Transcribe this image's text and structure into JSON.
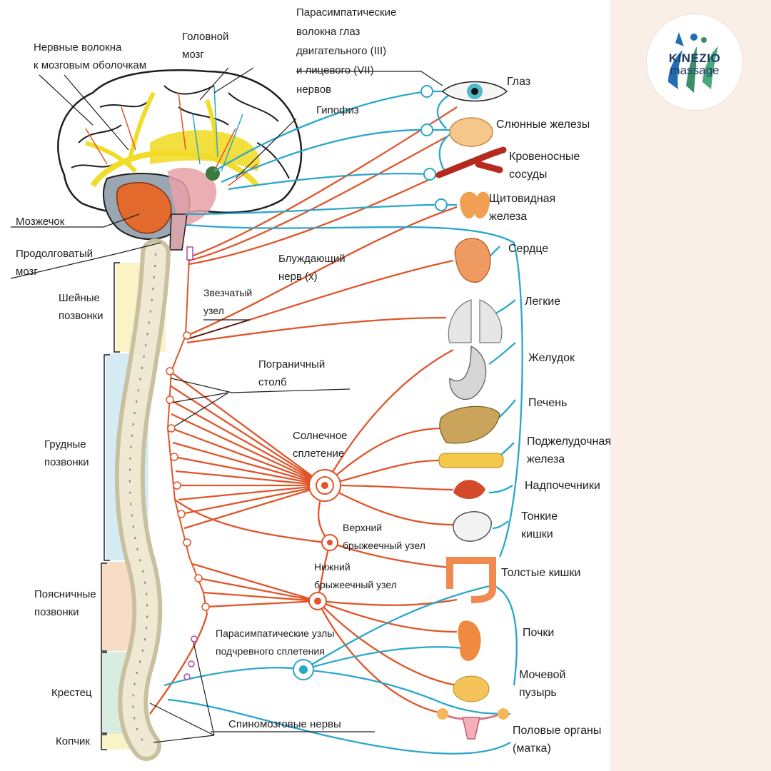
{
  "left_labels": {
    "nerve_fibers": [
      "Нервные волокна",
      "к мозговым оболочкам"
    ],
    "brain": [
      "Головной",
      "мозг"
    ],
    "cerebellum": "Мозжечок",
    "medulla": [
      "Продолговатый",
      "мозг"
    ],
    "cervical": [
      "Шейные",
      "позвонки"
    ],
    "thoracic": [
      "Грудные",
      "позвонки"
    ],
    "lumbar": [
      "Поясничные",
      "позвонки"
    ],
    "sacrum": "Крестец",
    "coccyx": "Копчик"
  },
  "center_labels": {
    "parasympathetic_eye": [
      "Парасимпатические",
      "волокна глаз",
      "двигательного (III)",
      "и лицевого (VII)",
      "нервов"
    ],
    "pituitary": "Гипофиз",
    "vagus": [
      "Блуждающий",
      "нерв (х)"
    ],
    "stellate": [
      "Звезчатый",
      "узел"
    ],
    "sympathetic_trunk": [
      "Пограничный",
      "столб"
    ],
    "solar_plexus": [
      "Солнечное",
      "сплетение"
    ],
    "superior_mesenteric": [
      "Верхний",
      "брыжеечный узел"
    ],
    "inferior_mesenteric": [
      "Нижний",
      "брыжеечный узел"
    ],
    "hypogastric": [
      "Парасимпатические узлы",
      "подчревного сплетения"
    ],
    "spinal_nerves": "Спиномозговые нервы"
  },
  "organs": {
    "eye": "Глаз",
    "salivary": "Слюнные железы",
    "vessels": [
      "Кровеносные",
      "сосуды"
    ],
    "thyroid": [
      "Щитовидная",
      "железа"
    ],
    "heart": "Сердце",
    "lungs": "Легкие",
    "stomach": "Желудок",
    "liver": "Печень",
    "pancreas": [
      "Поджелудочная",
      "железа"
    ],
    "adrenal": "Надпочечники",
    "small_intestine": [
      "Тонкие",
      "кишки"
    ],
    "large_intestine": "Толстые кишки",
    "kidneys": "Почки",
    "bladder": [
      "Мочевой",
      "пузырь"
    ],
    "genitals": [
      "Половые органы",
      "(матка)"
    ]
  },
  "logo": {
    "line1": "KINEZIO",
    "line2": "massage"
  },
  "colors": {
    "sympathetic": "#e0552a",
    "parasympathetic": "#2aa7c9",
    "background_panel": "#faefe6",
    "brain_yellow": "#f2dc2a"
  }
}
